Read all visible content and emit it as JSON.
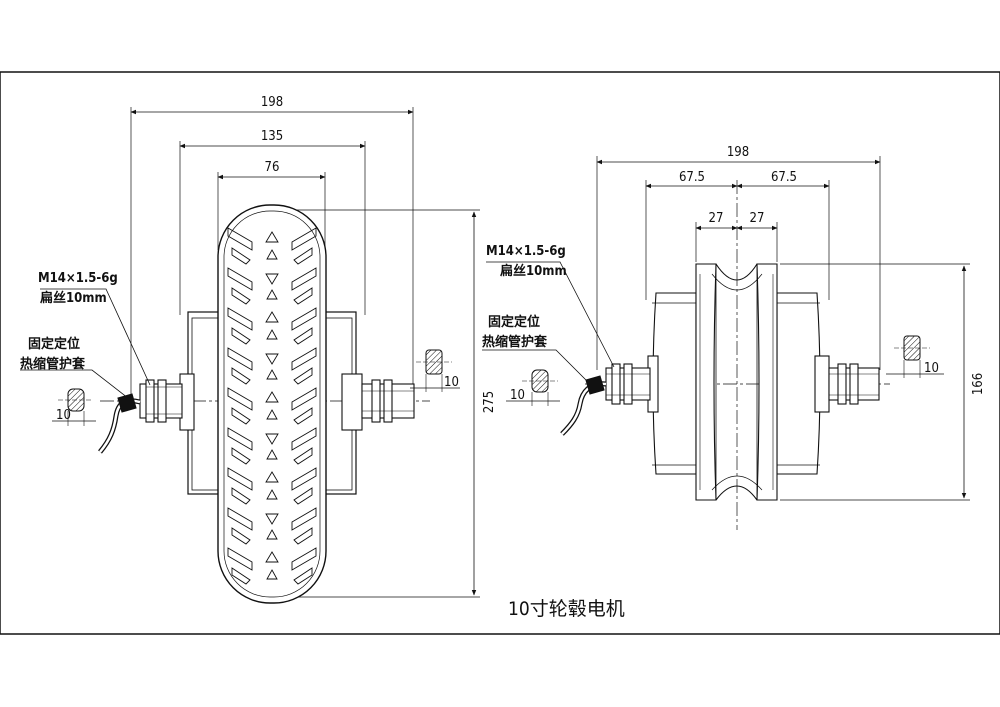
{
  "title": "10寸轮毂电机",
  "left_view": {
    "dims": {
      "overall_width": "198",
      "body_width": "135",
      "tire_width": "76",
      "height": "275",
      "shaft_flat": "10",
      "cable_dia": "10"
    },
    "thread_label_1": "M14×1.5-6g",
    "thread_label_2": "扁丝10mm",
    "sleeve_label_1": "固定定位",
    "sleeve_label_2": "热缩管护套"
  },
  "right_view": {
    "dims": {
      "overall_width": "198",
      "half_left": "67.5",
      "half_right": "67.5",
      "rim_left": "27",
      "rim_right": "27",
      "height": "166",
      "shaft_flat": "10",
      "cable_dia": "10"
    },
    "thread_label_1": "M14×1.5-6g",
    "thread_label_2": "扁丝10mm",
    "sleeve_label_1": "固定定位",
    "sleeve_label_2": "热缩管护套"
  }
}
